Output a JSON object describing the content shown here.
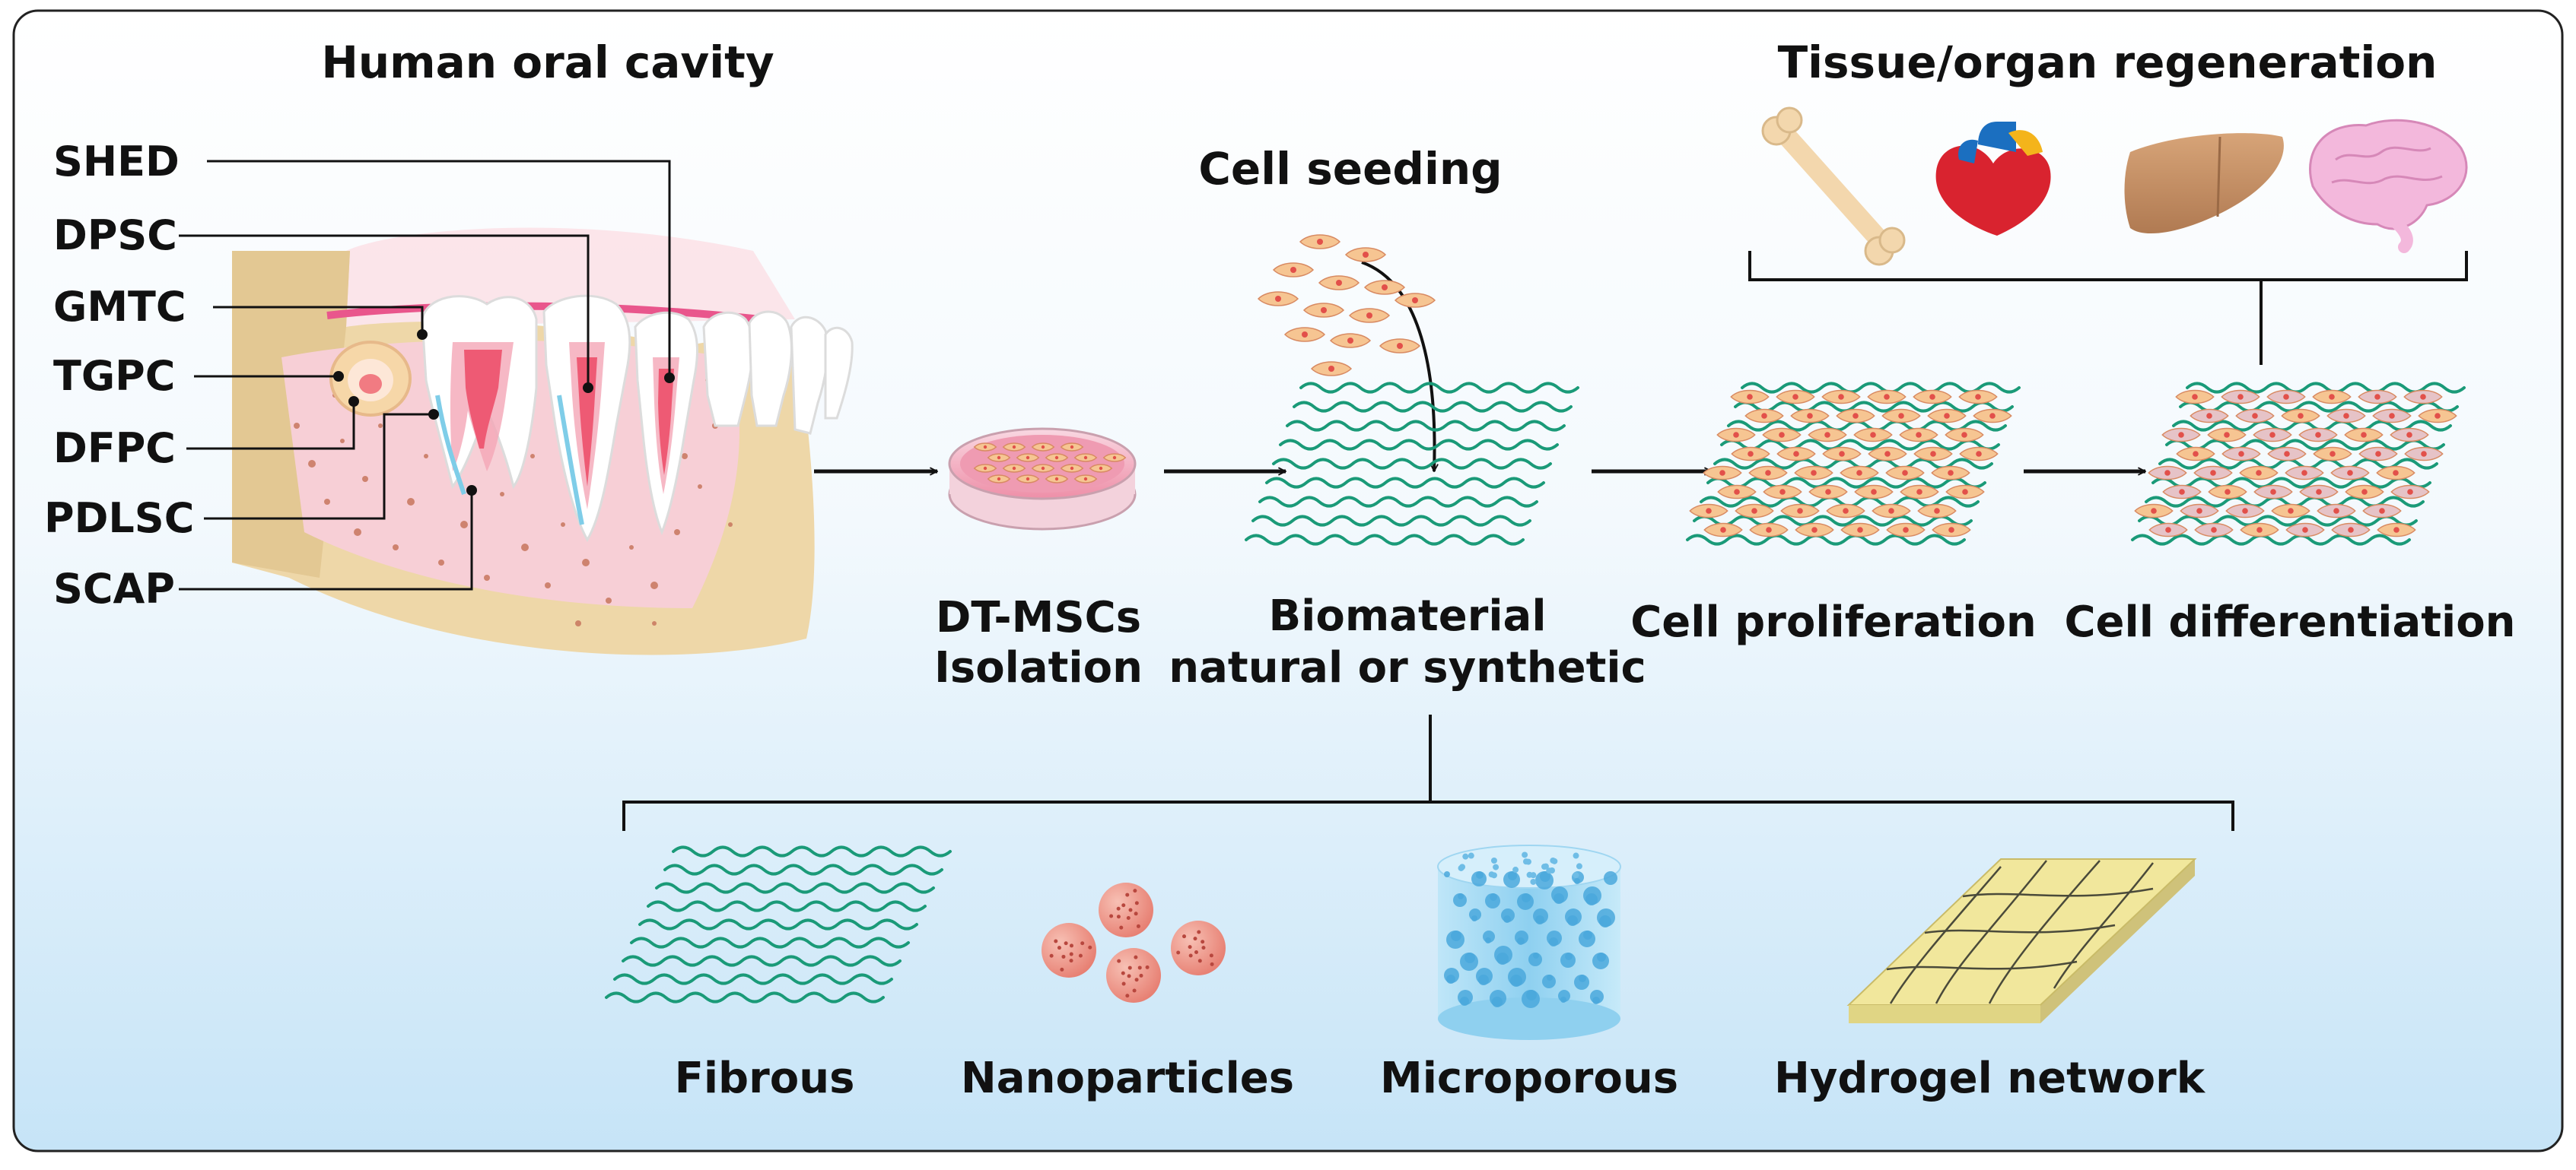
{
  "oral_cavity": {
    "title": "Human oral cavity",
    "cell_types": [
      "SHED",
      "DPSC",
      "GMTC",
      "TGPC",
      "DFPC",
      "PDLSC",
      "SCAP"
    ]
  },
  "pipeline": {
    "seeding": "Cell seeding",
    "isolation_line1": "DT-MSCs",
    "isolation_line2": "Isolation",
    "biomaterial_line1": "Biomaterial",
    "biomaterial_line2": "natural or synthetic",
    "proliferation": "Cell proliferation",
    "differentiation": "Cell differentiation",
    "regeneration": "Tissue/organ regeneration"
  },
  "scaffolds": [
    "Fibrous",
    "Nanoparticles",
    "Microporous",
    "Hydrogel network"
  ],
  "organ_icons": [
    "bone-icon",
    "heart-icon",
    "liver-icon",
    "brain-icon"
  ],
  "colors": {
    "fiber": "#1a9a78",
    "cell_fill": "#f6c592",
    "cell_nucleus": "#e2504a",
    "diff_cell": "#e6c3c7",
    "pulp": "#f0607a",
    "gum": "#f4a3b8",
    "bone": "#eed7a8",
    "background_top": "#ffffff",
    "background_bottom": "#c8e6f8"
  }
}
